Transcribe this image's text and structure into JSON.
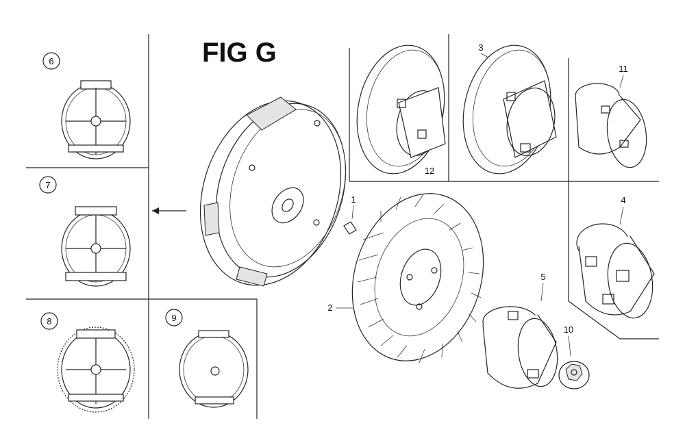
{
  "title": "FIG G",
  "parts": {
    "p1": "1",
    "p2": "2",
    "p3": "3",
    "p4": "4",
    "p5": "5",
    "p6": "6",
    "p7": "7",
    "p8": "8",
    "p9": "9",
    "p10": "10",
    "p11": "11",
    "p12": "12"
  }
}
